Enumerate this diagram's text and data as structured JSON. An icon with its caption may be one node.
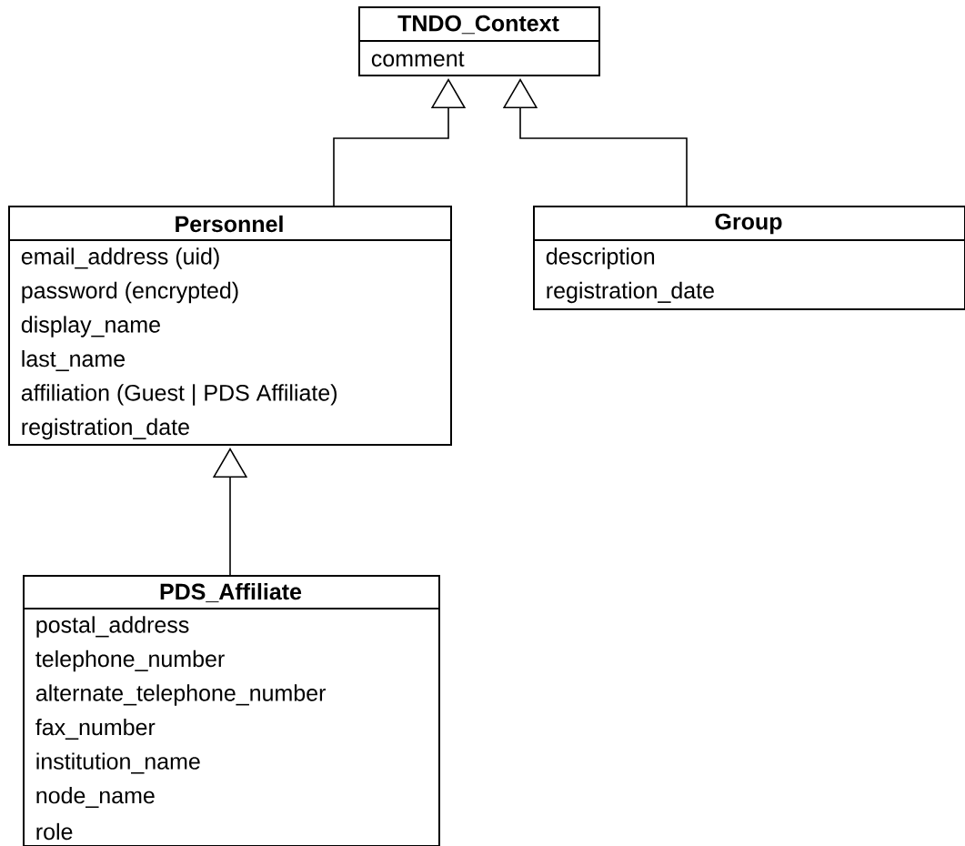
{
  "diagram": {
    "nodes": [
      {
        "text": [
          "TNDO_Context",
          "comment"
        ]
      },
      {
        "text": [
          "Personnel",
          "email_address (uid)",
          "password (encrypted)",
          "display_name",
          "last_name",
          "affiliation (Guest | PDS Affiliate)",
          "registration_date"
        ]
      },
      {
        "text": [
          "Group",
          "description",
          "registration_date"
        ]
      },
      {
        "text": [
          "PDS_Affiliate",
          "postal_address",
          "telephone_number",
          "alternate_telephone_number",
          "fax_number",
          "institution_name",
          "node_name",
          "role"
        ]
      }
    ],
    "edges": [
      {
        "from": 1,
        "to": 0,
        "arrow": "to"
      },
      {
        "from": 2,
        "to": 0,
        "arrow": "to"
      },
      {
        "from": 3,
        "to": 1,
        "arrow": "to"
      }
    ]
  }
}
